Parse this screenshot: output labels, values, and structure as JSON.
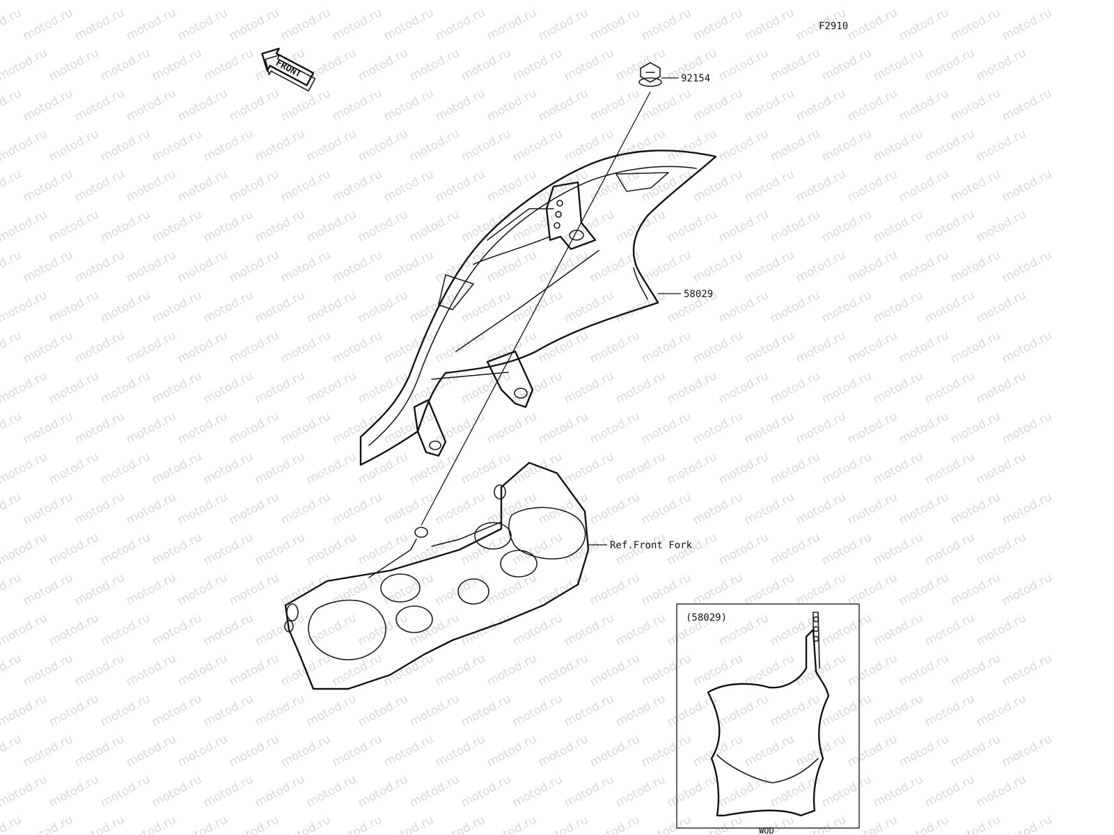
{
  "figure_code": "F2910",
  "front_arrow": {
    "label": "FRONT"
  },
  "callouts": {
    "bolt": "92154",
    "number_plate": "58029",
    "ref_fork": "Ref.Front Fork"
  },
  "inset": {
    "part_ref": "(58029)",
    "caption": "WOD"
  },
  "watermark": "motod.ru",
  "colors": {
    "line": "#1a1a1a",
    "watermark": "#d9d9d9",
    "background": "#ffffff"
  }
}
